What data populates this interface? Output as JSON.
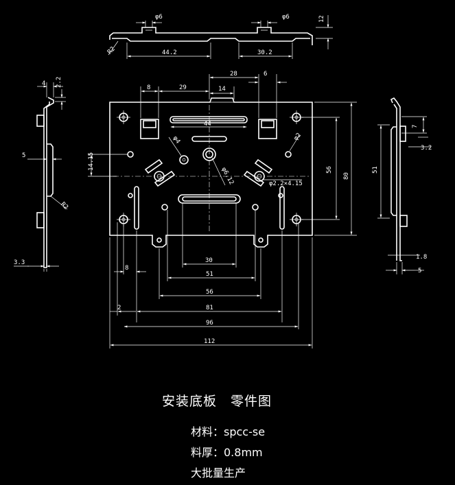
{
  "title": "安装底板　零件图",
  "notes": {
    "material": "材料：spcc-se",
    "thickness": "料厚：0.8mm",
    "production": "大批量生产"
  },
  "dimensions": {
    "phi6_left": "φ6",
    "phi6_right": "φ6",
    "top_height_12": "12",
    "top_r2": "R2",
    "top_44_2": "44.2",
    "top_30_2": "30.2",
    "d28": "28",
    "d6": "6",
    "d8": "8",
    "d29": "29",
    "d14": "14",
    "d44": "44",
    "phi4": "φ4",
    "phi2": "φ2",
    "phi6_12": "φ6.12",
    "phi2_2": "φ2.2×4.15",
    "d14_15": "14.15",
    "d56_v": "56",
    "d80": "80",
    "left_4": "4",
    "left_2_2": "2.2",
    "left_5": "5",
    "left_r2": "R2",
    "left_3_3": "3.3",
    "right_7": "7",
    "right_3_2": "3.2",
    "right_51": "51",
    "right_1_8": "1.8",
    "right_5": "5",
    "b30": "30",
    "b8": "8",
    "b51": "51",
    "b56": "56",
    "b2": "2",
    "b81": "81",
    "b96": "96",
    "b112": "112"
  }
}
